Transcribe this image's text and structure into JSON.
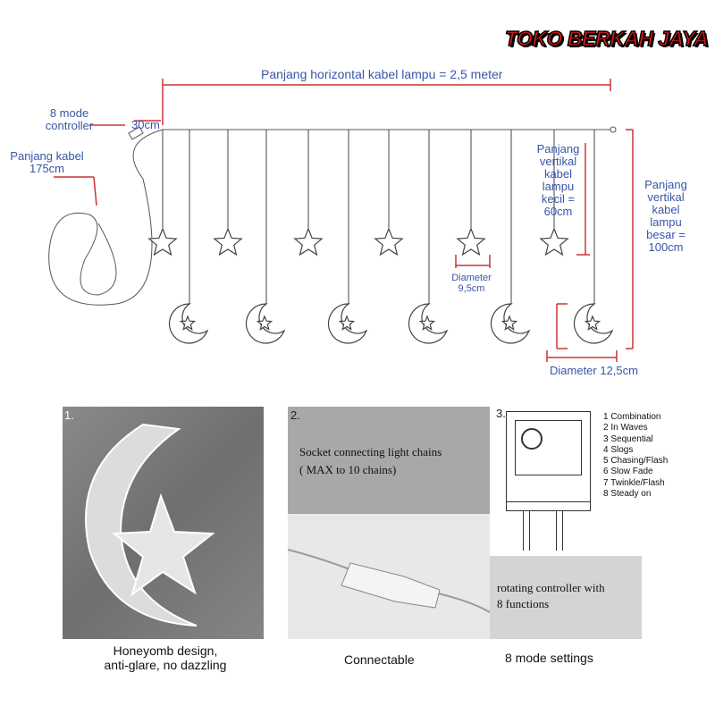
{
  "brand": "TOKO BERKAH JAYA",
  "diagram": {
    "horizontal_label": "Panjang horizontal kabel lampu = 2,5 meter",
    "controller_label": "8 mode controller",
    "offset_label": "30cm",
    "cable_label": "Panjang kabel 175cm",
    "small_vertical_label": "Panjang vertikal kabel lampu kecil = 60cm",
    "large_vertical_label": "Panjang vertikal kabel lampu besar = 100cm",
    "small_diameter_label": "Diameter 9,5cm",
    "large_diameter_label": "Diameter 12,5cm",
    "colors": {
      "dimension": "#cc3333",
      "text": "#3a55a8"
    }
  },
  "panels": [
    {
      "number": "1.",
      "caption_line1": "Honeyomb design,",
      "caption_line2": "anti-glare, no dazzling"
    },
    {
      "number": "2.",
      "note_line1": "Socket connecting light chains",
      "note_line2": "( MAX to 10 chains)",
      "caption": "Connectable"
    },
    {
      "number": "3.",
      "note_line1": "rotating controller with",
      "note_line2": "8 functions",
      "caption": "8 mode settings",
      "modes": [
        "1 Combination",
        "2 In Waves",
        "3 Sequential",
        "4 Slogs",
        "5 Chasing/Flash",
        "6 Slow Fade",
        "7 Twinkle/Flash",
        "8 Steady on"
      ]
    }
  ]
}
